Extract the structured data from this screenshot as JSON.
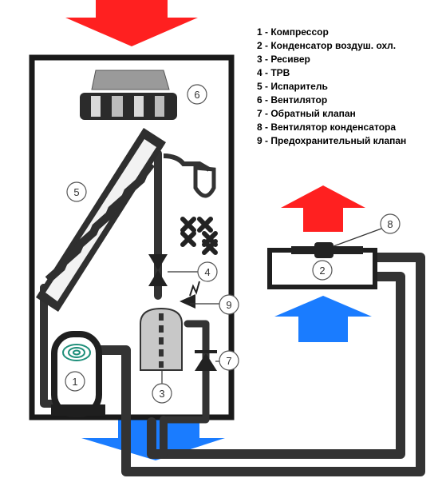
{
  "legend": [
    "1 - Компрессор",
    "2 - Конденсатор воздуш. охл.",
    "3 - Ресивер",
    "4 - ТРВ",
    "5 - Испаритель",
    "6 - Вентилятор",
    "7 - Обратный клапан",
    "8 - Вентилятор конденсатора",
    "9 - Предохранительный клапан"
  ],
  "markers": {
    "compressor": "1",
    "condenser": "2",
    "receiver": "3",
    "trv": "4",
    "evaporator": "5",
    "fan": "6",
    "check_valve": "7",
    "condenser_fan": "8",
    "safety_valve": "9"
  },
  "colors": {
    "hot_air": "#ff2020",
    "cold_air": "#1a7cff",
    "pipe": "#333333",
    "frame": "#1a1a1a",
    "receiver": "#c8c8c8"
  }
}
